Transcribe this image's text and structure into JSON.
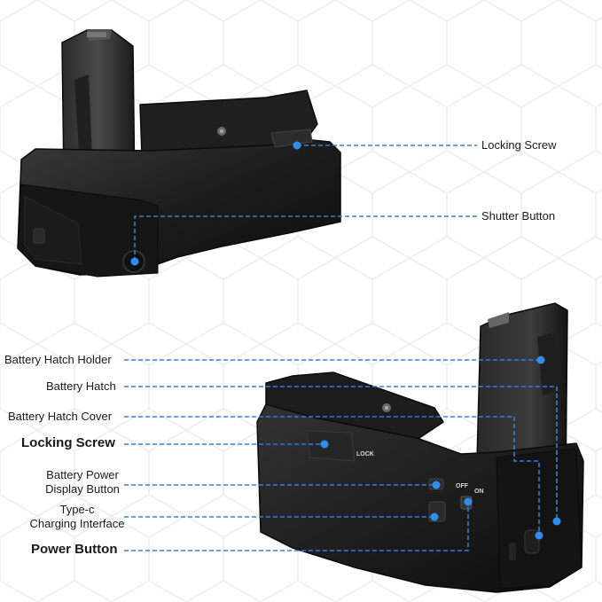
{
  "labels": {
    "top_locking_screw": "Locking Screw",
    "shutter_button": "Shutter Button",
    "battery_hatch_holder": "Battery Hatch Holder",
    "battery_hatch": "Battery Hatch",
    "battery_hatch_cover": "Battery Hatch Cover",
    "bottom_locking_screw": "Locking Screw",
    "battery_power_display_line1": "Battery Power",
    "battery_power_display_line2": "Display Button",
    "typec_line1": "Type-c",
    "typec_line2": "Charging Interface",
    "power_button": "Power Button"
  },
  "body_print": {
    "lock": "LOCK",
    "off": "OFF",
    "on": "ON"
  },
  "colors": {
    "callout_line": "#3a7fd0",
    "callout_dot": "#2f8df0",
    "body_dark": "#161616",
    "body_mid": "#2a2a2a",
    "hex_pattern": "#ededed"
  }
}
